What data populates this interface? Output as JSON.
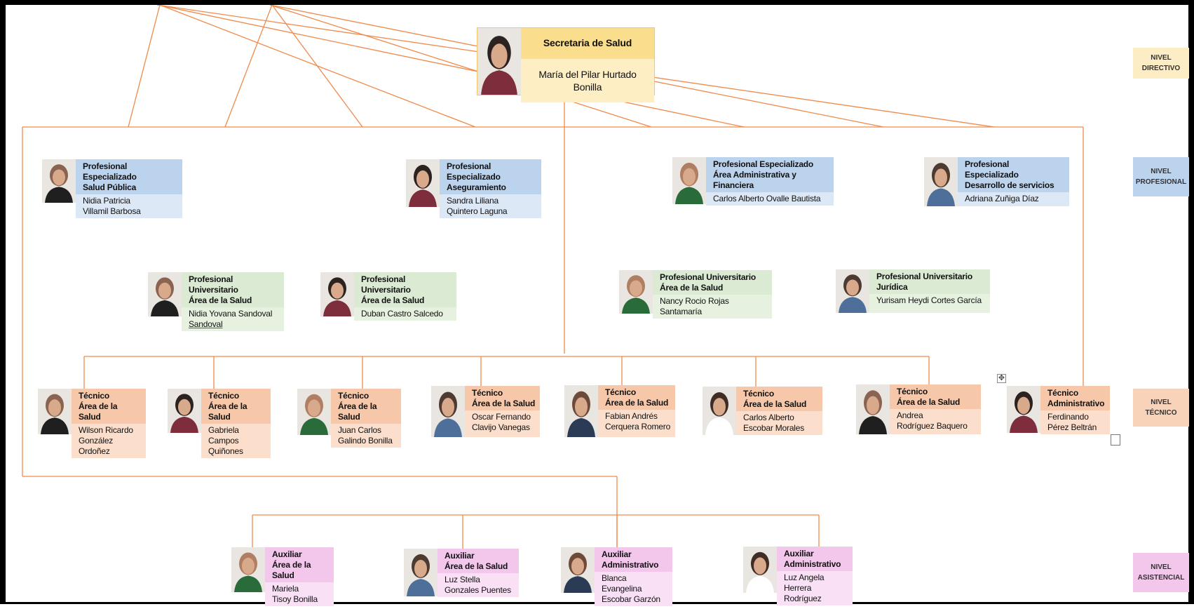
{
  "colors": {
    "connector": "#f08a4b",
    "directivo": "#fbdd8e",
    "profesional": "#bcd3ee",
    "universitario": "#dbead2",
    "tecnico": "#f6c8a9",
    "asistencial": "#f3c6ec"
  },
  "levels": [
    {
      "id": "directivo",
      "lines": [
        "NIVEL",
        "DIRECTIVO"
      ],
      "color": "#fdedc4"
    },
    {
      "id": "profesional",
      "lines": [
        "NIVEL",
        "PROFESIONAL"
      ],
      "color": "#bcd3ee"
    },
    {
      "id": "tecnico",
      "lines": [
        "NIVEL",
        "TÉCNICO"
      ],
      "color": "#f8d3b9"
    },
    {
      "id": "asistencial",
      "lines": [
        "NIVEL",
        "ASISTENCIAL"
      ],
      "color": "#f3c6ec"
    }
  ],
  "director": {
    "title": "Secretaria de Salud",
    "name": "María del Pilar Hurtado Bonilla"
  },
  "especializados": [
    {
      "title": [
        "Profesional Especializado",
        "Salud Pública"
      ],
      "name": [
        "Nidia Patricia",
        "Villamil Barbosa"
      ]
    },
    {
      "title": [
        "Profesional Especializado",
        "Aseguramiento"
      ],
      "name": [
        "Sandra Liliana",
        "Quintero Laguna"
      ]
    },
    {
      "title": [
        "Profesional Especializado",
        "Área Administrativa y Financiera"
      ],
      "name": [
        "Carlos Alberto Ovalle Bautista"
      ]
    },
    {
      "title": [
        "Profesional Especializado",
        "Desarrollo de servicios"
      ],
      "name": [
        "Adriana Zuñiga Díaz"
      ]
    }
  ],
  "universitarios": [
    {
      "title": [
        "Profesional Universitario",
        "Área de la Salud"
      ],
      "name": [
        "Nidia Yovana Sandoval",
        "Sandoval"
      ]
    },
    {
      "title": [
        "Profesional Universitario",
        "Área de la Salud"
      ],
      "name": [
        "Duban Castro Salcedo"
      ]
    },
    {
      "title": [
        "Profesional Universitario",
        "Área de la Salud"
      ],
      "name": [
        "Nancy Rocio Rojas Santamaría"
      ]
    },
    {
      "title": [
        "Profesional Universitario",
        "Jurídica"
      ],
      "name": [
        "Yurisam Heydi Cortes García"
      ]
    }
  ],
  "tecnicos": [
    {
      "title": [
        "Técnico",
        "Área de la Salud"
      ],
      "name": [
        "Wilson Ricardo",
        "González Ordoñez"
      ]
    },
    {
      "title": [
        "Técnico",
        "Área de la Salud"
      ],
      "name": [
        "Gabriela Campos",
        "Quiñones"
      ]
    },
    {
      "title": [
        "Técnico",
        "Área de la Salud"
      ],
      "name": [
        "Juan Carlos",
        "Galindo Bonilla"
      ]
    },
    {
      "title": [
        "Técnico",
        "Área de la Salud"
      ],
      "name": [
        "Oscar Fernando",
        "Clavijo Vanegas"
      ]
    },
    {
      "title": [
        "Técnico",
        "Área de la Salud"
      ],
      "name": [
        "Fabian Andrés",
        "Cerquera Romero"
      ]
    },
    {
      "title": [
        "Técnico",
        "Área de la Salud"
      ],
      "name": [
        "Carlos Alberto",
        "Escobar Morales"
      ]
    },
    {
      "title": [
        "Técnico",
        "Área de la Salud"
      ],
      "name": [
        "Andrea",
        "Rodríguez Baquero"
      ]
    },
    {
      "title": [
        "Técnico",
        "Administrativo"
      ],
      "name": [
        "Ferdinando",
        "Pérez Beltrán"
      ]
    }
  ],
  "auxiliares": [
    {
      "title": [
        "Auxiliar",
        "Área de la Salud"
      ],
      "name": [
        "Mariela",
        "Tisoy Bonilla"
      ]
    },
    {
      "title": [
        "Auxiliar",
        "Área de la Salud"
      ],
      "name": [
        "Luz Stella",
        "Gonzales Puentes"
      ]
    },
    {
      "title": [
        "Auxiliar",
        "Administrativo"
      ],
      "name": [
        "Blanca Evangelina",
        "Escobar Garzón"
      ]
    },
    {
      "title": [
        "Auxiliar",
        "Administrativo"
      ],
      "name": [
        "Luz Angela",
        "Herrera Rodríguez"
      ]
    }
  ],
  "ui": {
    "move_handle_icon": "move-handle-icon",
    "checkbox_icon": "checkbox-icon"
  }
}
